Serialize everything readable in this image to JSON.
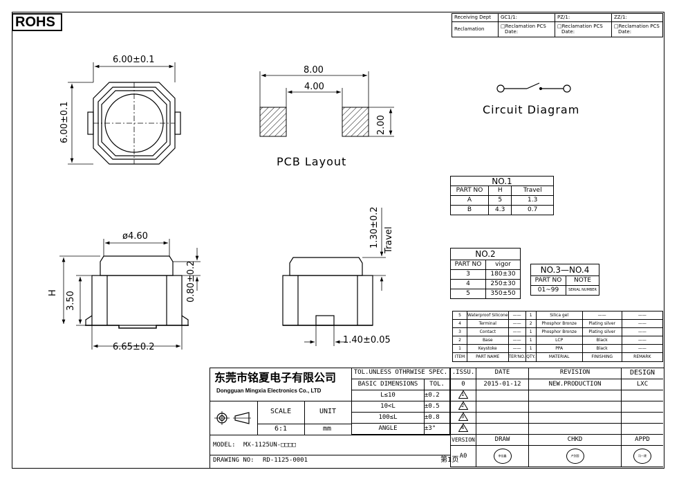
{
  "rohs": "ROHS",
  "header": {
    "row1": [
      "Receiving Dept",
      "GC1/1:",
      "PZ/1:",
      "ZZ/1:"
    ],
    "row2_label": "Reclamation",
    "reclamation_cells": [
      {
        "a": "□Reclamation  PCS",
        "b": "Date:"
      },
      {
        "a": "□Reclamation  PCS",
        "b": "Date:"
      },
      {
        "a": "□Reclamation  PCS",
        "b": "Date:"
      }
    ]
  },
  "dims": {
    "top_width": "6.00±0.1",
    "top_height": "6.00±0.1",
    "pcb_total": "8.00",
    "pcb_inner": "4.00",
    "pcb_pad": "2.00",
    "pcb_title": "PCB Layout",
    "circuit_title": "Circuit Diagram",
    "diameter": "ø4.60",
    "height_3_50": "3.50",
    "h_label": "H",
    "cap_height": "0.80±0.2",
    "travel_dim": "1.30±0.2",
    "travel_label": "Travel",
    "base_width": "6.65±0.2",
    "pin_width": "1.40±0.05"
  },
  "no1": {
    "title": "NO.1",
    "headers": [
      "PART NO",
      "H",
      "Travel"
    ],
    "rows": [
      [
        "A",
        "5",
        "1.3"
      ],
      [
        "B",
        "4.3",
        "0.7"
      ]
    ]
  },
  "no2": {
    "title": "NO.2",
    "headers": [
      "PART NO",
      "vigor"
    ],
    "rows": [
      [
        "3",
        "180±30"
      ],
      [
        "4",
        "250±30"
      ],
      [
        "5",
        "350±50"
      ]
    ]
  },
  "no34": {
    "title": "NO.3—NO.4",
    "headers": [
      "PART NO",
      "NOTE"
    ],
    "rows": [
      [
        "01~99",
        "SERIAL NUMBER"
      ]
    ]
  },
  "bom": {
    "rows": [
      [
        "5",
        "Waterproof Silicone",
        "——",
        "1",
        "Silica gel",
        "——",
        "——"
      ],
      [
        "4",
        "Terminal",
        "——",
        "2",
        "Phosphor Bronze",
        "Plating silver",
        "——"
      ],
      [
        "3",
        "Contact",
        "——",
        "1",
        "Phosphor Bronze",
        "Plating silver",
        "——"
      ],
      [
        "2",
        "Base",
        "——",
        "1",
        "LCP",
        "Black",
        "——"
      ],
      [
        "1",
        "Keystoke",
        "——",
        "1",
        "PPA",
        "Black",
        "——"
      ]
    ],
    "headers": [
      "ITEM",
      "PART NAME",
      "TER'NO.",
      "QTY.",
      "MATERIAL",
      "FINISHING",
      "REMARK"
    ]
  },
  "company": {
    "cn": "东莞市铭夏电子有限公司",
    "en": "Dongguan Mingxia Electronics Co., LTD"
  },
  "tol": {
    "title": "TOL.UNLESS OTHRWISE SPEC.",
    "basic": "BASIC DIMENSIONS",
    "tol": "TOL.",
    "rows": [
      [
        "L≤10",
        "±0.2"
      ],
      [
        "10<L",
        "±0.5"
      ],
      [
        "100≤L",
        "±0.8"
      ],
      [
        "ANGLE",
        "±3°"
      ]
    ]
  },
  "scale": {
    "label": "SCALE",
    "value": "6:1",
    "unit_label": "UNIT",
    "unit": "mm"
  },
  "revision": {
    "headers": [
      ".ISSU.",
      "DATE",
      "REVISION",
      "DESIGN"
    ],
    "row": [
      "0",
      "2015-01-12",
      "NEW.PRODUCTION",
      "LXC"
    ],
    "issue_marks": [
      "1",
      "2",
      "3",
      "4"
    ]
  },
  "model": {
    "label": "MODEL:",
    "value": "MX-1125UN-□□□□"
  },
  "drawing": {
    "label": "DRAWING NO:",
    "value": "RD-1125-0001",
    "page": "第1页"
  },
  "version": {
    "label": "VERSION",
    "value": "A0"
  },
  "approvals": [
    "DRAW",
    "CHKD",
    "APPD"
  ],
  "stamps": [
    "李佳鑫",
    "卢剑国",
    "冯一建"
  ]
}
